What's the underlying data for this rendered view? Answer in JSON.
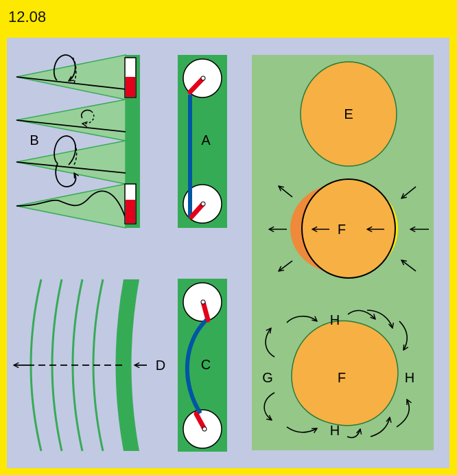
{
  "title": "12.08",
  "labels": {
    "a": "A",
    "b": "B",
    "c": "C",
    "d": "D",
    "e": "E",
    "f_top": "F",
    "f_bottom": "F",
    "g": "G",
    "h_top": "H",
    "h_bottom": "H",
    "h_right": "H"
  },
  "colors": {
    "frame": "#fde800",
    "background": "#c2c9e3",
    "dark_green": "#36ab56",
    "light_green": "#94c788",
    "cone_green": "#98d09a",
    "orange": "#f6b044",
    "dark_orange": "#ee8a3a",
    "yellow": "#ffea00",
    "red": "#e2001a",
    "blue": "#0055a4"
  }
}
